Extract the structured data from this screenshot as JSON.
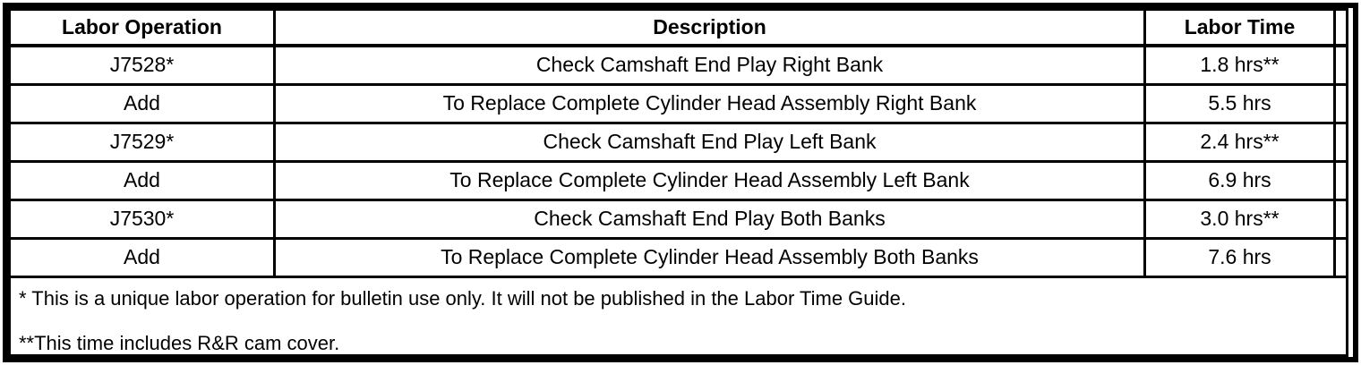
{
  "colors": {
    "border": "#000000",
    "background": "#ffffff",
    "text": "#000000"
  },
  "table": {
    "headers": [
      "Labor Operation",
      "Description",
      "Labor Time"
    ],
    "rows": [
      {
        "op": "J7528*",
        "desc": "Check Camshaft End Play Right Bank",
        "time": "1.8 hrs**"
      },
      {
        "op": "Add",
        "desc": "To Replace Complete Cylinder Head Assembly Right Bank",
        "time": "5.5 hrs"
      },
      {
        "op": "J7529*",
        "desc": "Check Camshaft End Play Left Bank",
        "time": "2.4 hrs**"
      },
      {
        "op": "Add",
        "desc": "To Replace Complete Cylinder Head Assembly Left Bank",
        "time": "6.9 hrs"
      },
      {
        "op": "J7530*",
        "desc": "Check Camshaft End Play Both Banks",
        "time": "3.0 hrs**"
      },
      {
        "op": "Add",
        "desc": "To Replace Complete Cylinder Head Assembly Both Banks",
        "time": "7.6 hrs"
      }
    ],
    "footnotes": [
      "* This is a unique labor operation for bulletin use only. It will not be published in the Labor Time Guide.",
      "**This time includes R&R cam cover."
    ]
  }
}
